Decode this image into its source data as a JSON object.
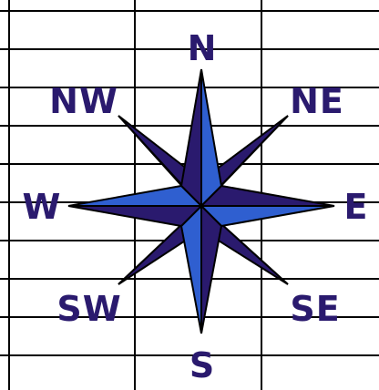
{
  "compass": {
    "labels": {
      "n": "N",
      "ne": "NE",
      "e": "E",
      "se": "SE",
      "s": "S",
      "sw": "SW",
      "w": "W",
      "nw": "NW"
    }
  },
  "colors": {
    "background": "#ffffff",
    "grid_line": "#000000",
    "label_text": "#2a1a6e",
    "star_dark": "#2a1a6e",
    "star_light": "#2f5fd0",
    "star_outline": "#000000"
  }
}
